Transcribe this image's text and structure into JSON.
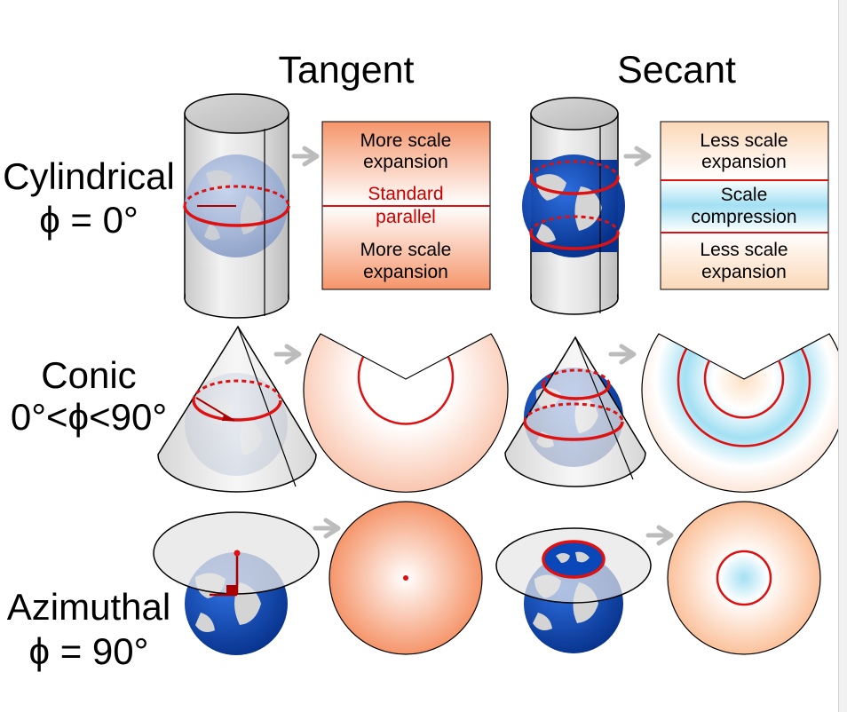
{
  "columns": {
    "tangent": "Tangent",
    "secant": "Secant"
  },
  "rows": {
    "cylindrical": {
      "name": "Cylindrical",
      "phi": "ϕ = 0°"
    },
    "conic": {
      "name": "Conic",
      "phi": "0°<ϕ<90°"
    },
    "azimuthal": {
      "name": "Azimuthal",
      "phi": "ϕ = 90°"
    }
  },
  "cylindrical_tangent_map": {
    "top_line1": "More scale",
    "top_line2": "expansion",
    "std_line1": "Standard",
    "std_line2": "parallel",
    "bottom_line1": "More scale",
    "bottom_line2": "expansion"
  },
  "cylindrical_secant_map": {
    "top_line1": "Less scale",
    "top_line2": "expansion",
    "mid_line1": "Scale",
    "mid_line2": "compression",
    "bottom_line1": "Less scale",
    "bottom_line2": "expansion"
  },
  "colors": {
    "expansion": "#f5956a",
    "compression": "#9fdff2",
    "standard_line": "#dd1111",
    "globe_ocean": "#0a47b8"
  },
  "icons": [
    "arrow-right-icon"
  ]
}
